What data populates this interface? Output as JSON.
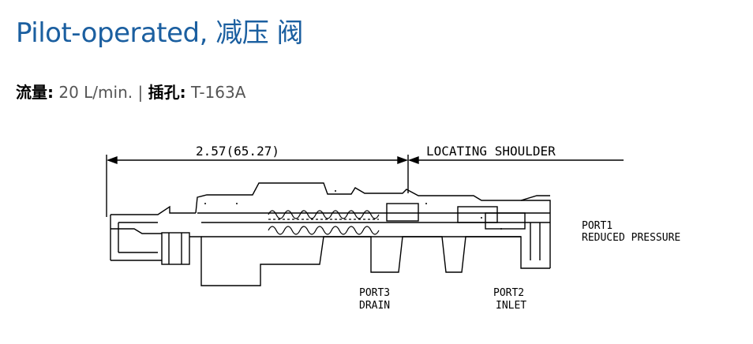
{
  "header": {
    "title": "Pilot-operated, 减压 阀"
  },
  "specs": {
    "flow_label": "流量:",
    "flow_value": "20 L/min.",
    "separator": "|",
    "cavity_label": "插孔:",
    "cavity_value": "T-163A"
  },
  "drawing": {
    "dimension": "2.57(65.27)",
    "locating_label": "LOCATING SHOULDER",
    "port1_name": "PORT1",
    "port1_desc": "REDUCED PRESSURE",
    "port3_name": "PORT3",
    "port3_desc": "DRAIN",
    "port2_name": "PORT2",
    "port2_desc": "INLET"
  }
}
